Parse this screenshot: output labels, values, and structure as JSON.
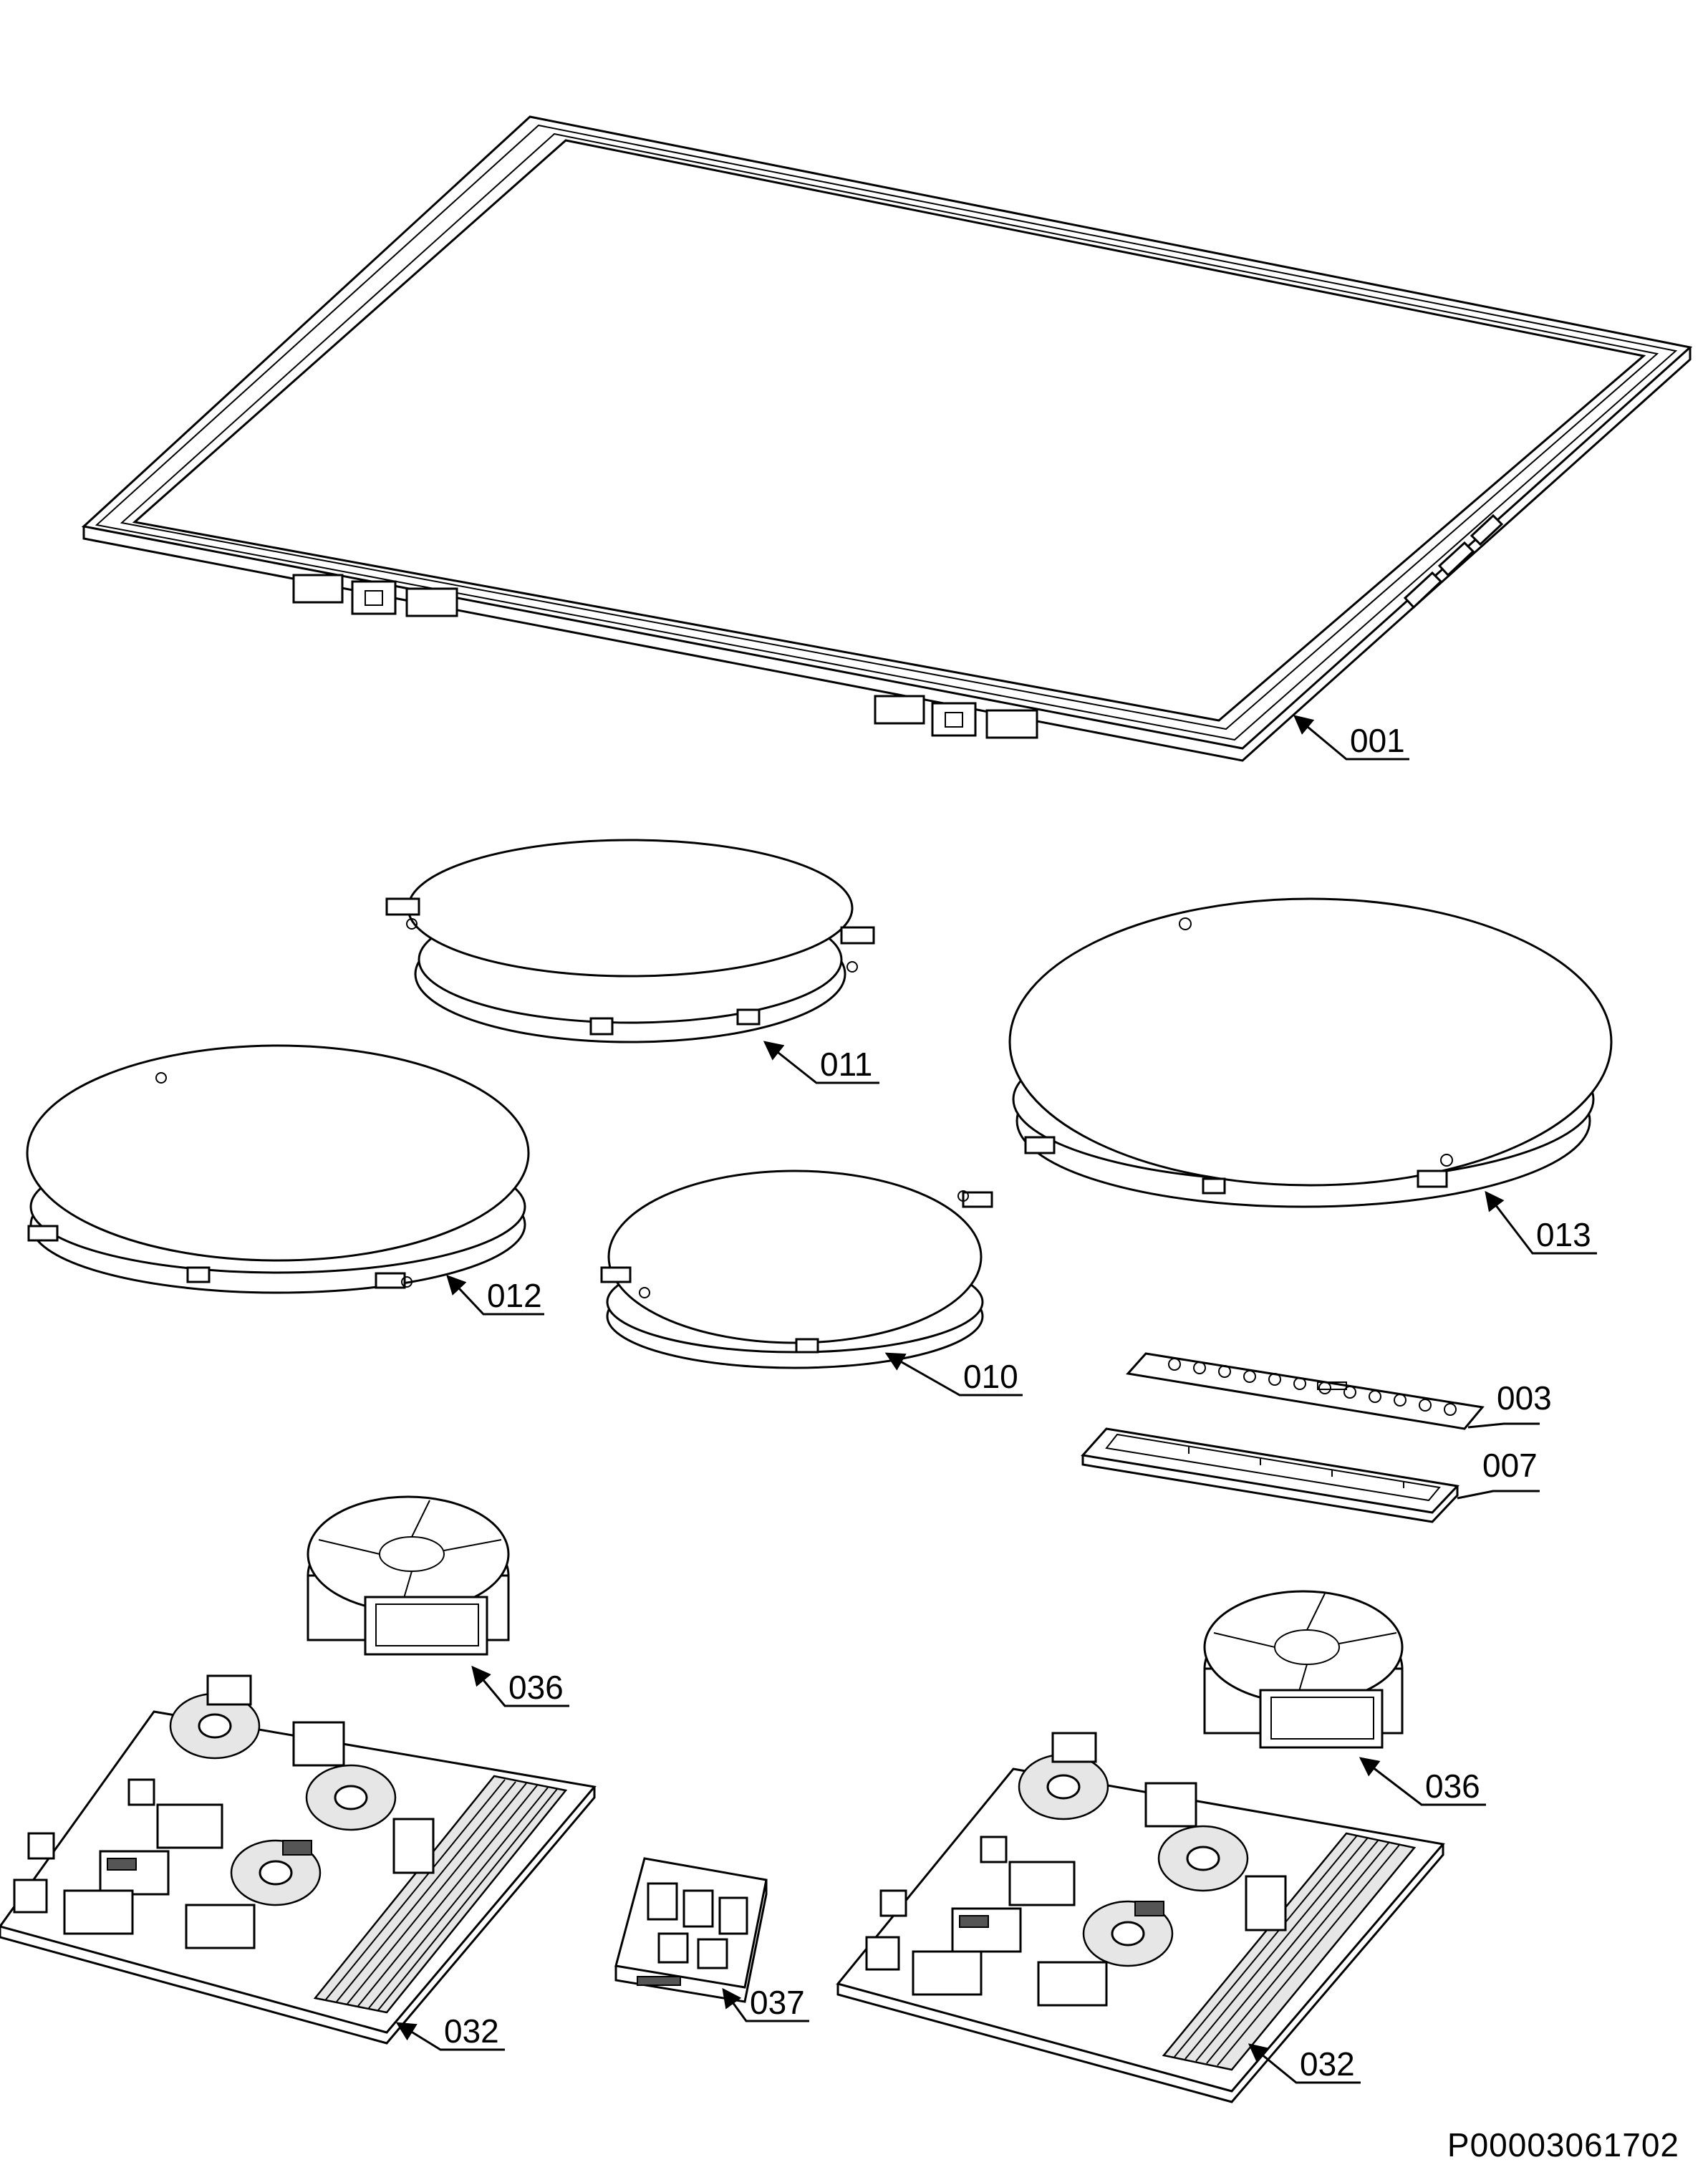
{
  "document_id": "P00003061702",
  "callouts": [
    {
      "id": "001",
      "label": "001"
    },
    {
      "id": "011",
      "label": "011"
    },
    {
      "id": "013",
      "label": "013"
    },
    {
      "id": "012",
      "label": "012"
    },
    {
      "id": "010",
      "label": "010"
    },
    {
      "id": "003",
      "label": "003"
    },
    {
      "id": "007",
      "label": "007"
    },
    {
      "id": "036a",
      "label": "036"
    },
    {
      "id": "036b",
      "label": "036"
    },
    {
      "id": "032a",
      "label": "032"
    },
    {
      "id": "037",
      "label": "037"
    },
    {
      "id": "032b",
      "label": "032"
    }
  ]
}
